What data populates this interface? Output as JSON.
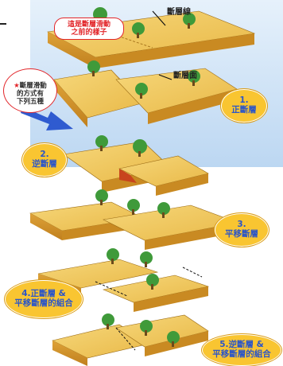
{
  "callout_before": "這是斷層滑動\n之前的樣子",
  "label_fault_line": "斷層線",
  "label_fault_plane": "斷層面",
  "side_note_star": "★",
  "side_note_text": "斷層滑動\n的方式有\n下列五種",
  "types": [
    {
      "num": "1.",
      "name": "正斷層"
    },
    {
      "num": "2.",
      "name": "逆斷層"
    },
    {
      "num": "3.",
      "name": "平移斷層"
    },
    {
      "num": "4.",
      "name": "正斷層 &\n平移斷層的組合"
    },
    {
      "num": "5.",
      "name": "逆斷層 &\n平移斷層的組合"
    }
  ],
  "colors": {
    "block_top": "#f1c75a",
    "block_front": "#d49a2b",
    "block_side": "#b8781c",
    "sky": "#cfe3f6",
    "tree": "#3f9a3a",
    "oval": "#f9c531",
    "arrow": "#2f5bd0",
    "fault_wedge": "#c8451d"
  }
}
